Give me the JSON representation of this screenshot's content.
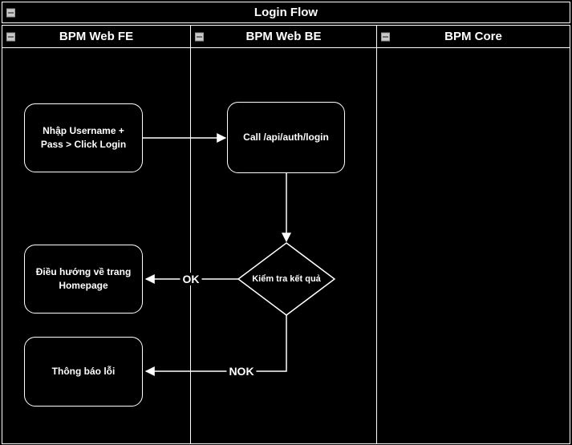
{
  "diagram": {
    "title": "Login Flow",
    "lanes": [
      {
        "label": "BPM Web FE"
      },
      {
        "label": "BPM Web BE"
      },
      {
        "label": "BPM Core"
      }
    ],
    "nodes": {
      "login_input": {
        "label": "Nhập Username + Pass > Click Login",
        "type": "rounded-rectangle",
        "lane": "BPM Web FE"
      },
      "call_api": {
        "label": "Call /api/auth/login",
        "type": "rounded-rectangle",
        "lane": "BPM Web BE"
      },
      "check_result": {
        "label": "Kiểm tra kết quả",
        "type": "decision-diamond",
        "lane": "BPM Web BE"
      },
      "redirect_home": {
        "label": "Điều hướng về trang Homepage",
        "type": "rounded-rectangle",
        "lane": "BPM Web FE"
      },
      "error_message": {
        "label": "Thông báo lỗi",
        "type": "rounded-rectangle",
        "lane": "BPM Web FE"
      }
    },
    "edges": [
      {
        "from": "login_input",
        "to": "call_api",
        "label": ""
      },
      {
        "from": "call_api",
        "to": "check_result",
        "label": ""
      },
      {
        "from": "check_result",
        "to": "redirect_home",
        "label": "OK"
      },
      {
        "from": "check_result",
        "to": "error_message",
        "label": "NOK"
      }
    ],
    "colors": {
      "background": "#000000",
      "stroke": "#ffffff",
      "text": "#ffffff"
    }
  }
}
